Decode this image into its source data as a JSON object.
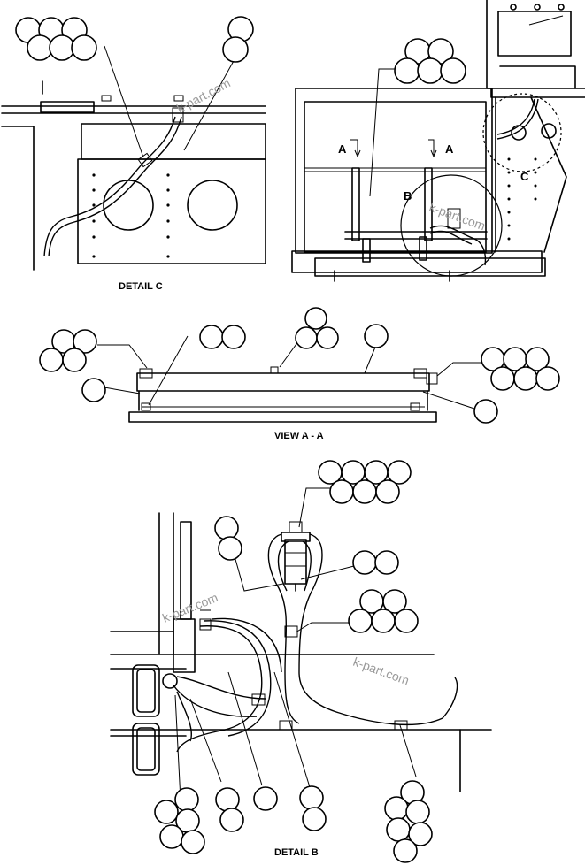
{
  "detail_c": {
    "label": "DETAIL C"
  },
  "view_aa": {
    "label": "VIEW A - A"
  },
  "detail_b": {
    "label": "DETAIL B"
  },
  "section_marks": {
    "a_left": "A",
    "a_right": "A",
    "b": "B",
    "c": "C"
  },
  "watermarks": [
    "k-part.com",
    "k-part.com",
    "k-part.com",
    "k-part.com"
  ]
}
